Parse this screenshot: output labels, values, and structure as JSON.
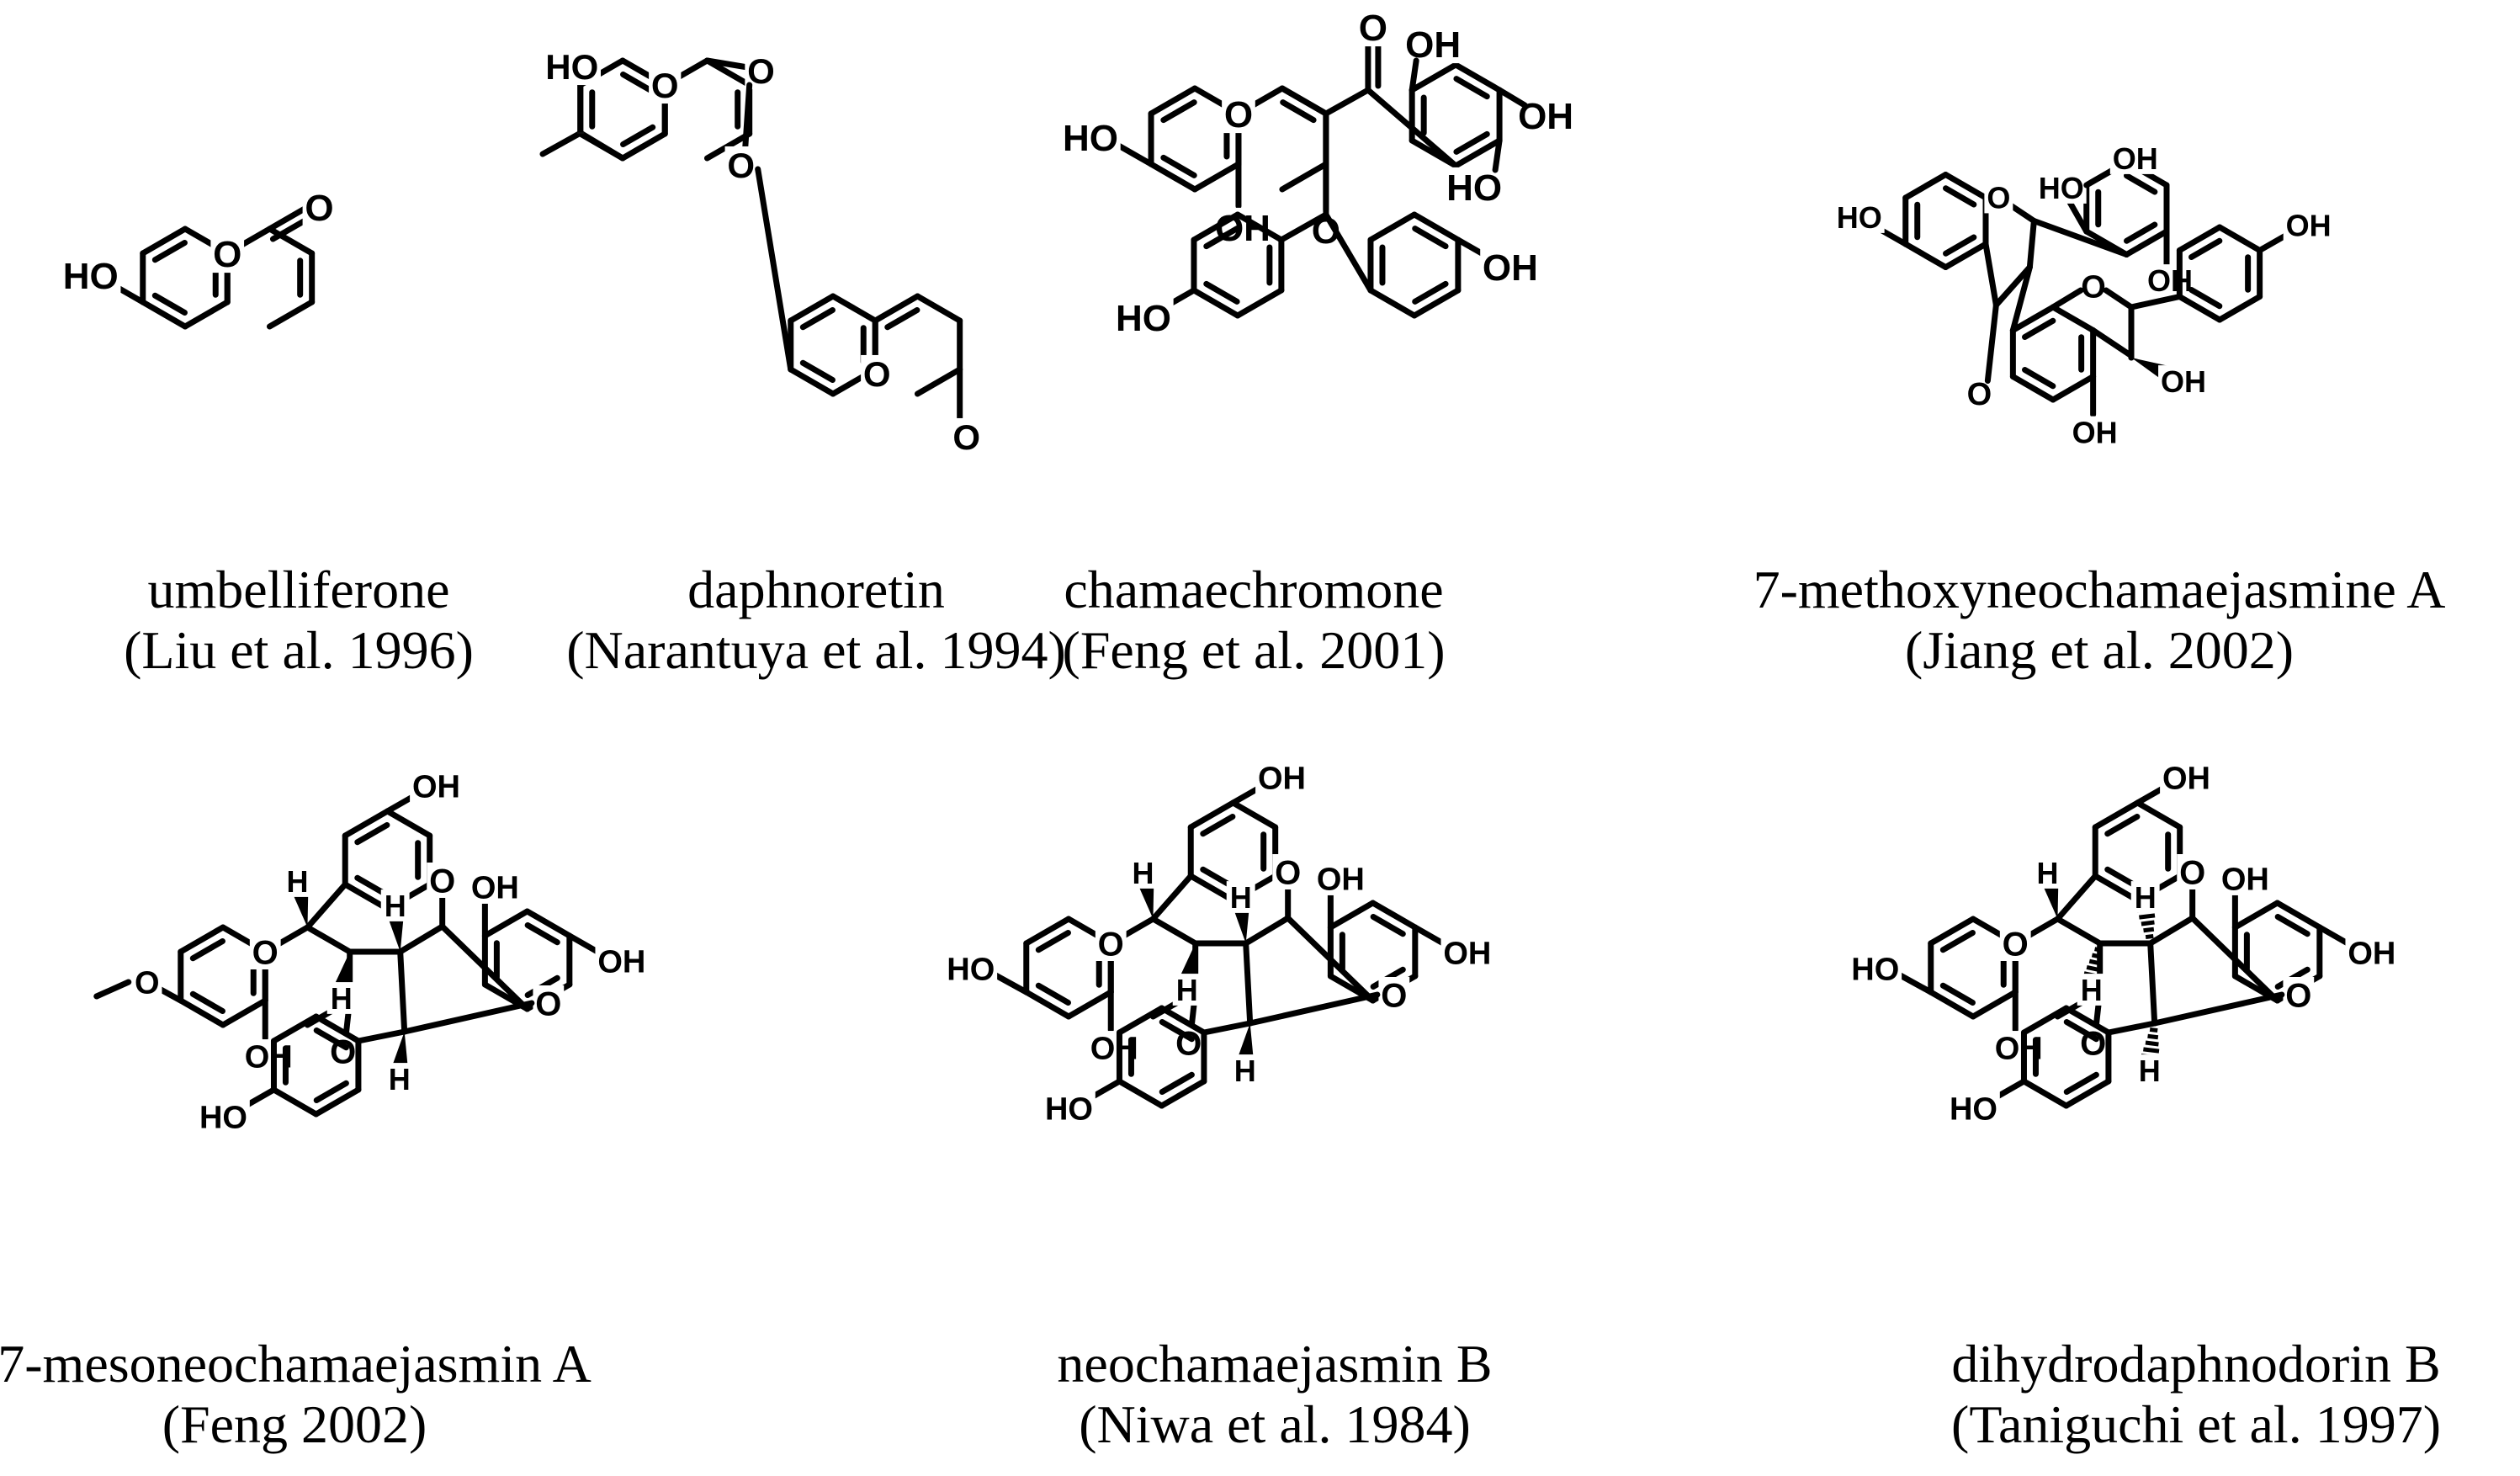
{
  "compounds": [
    {
      "name": "umbelliferone",
      "citation": "(Liu et al. 1996)"
    },
    {
      "name": "daphnoretin",
      "citation": "(Narantuya et al. 1994)"
    },
    {
      "name": "chamaechromone",
      "citation": "(Feng et al. 2001)"
    },
    {
      "name": "7-methoxyneochamaejasmine A",
      "citation": "(Jiang et al. 2002)"
    },
    {
      "name": "7-mesoneochamaejasmin A",
      "citation": "(Feng 2002)"
    },
    {
      "name": "neochamaejasmin B",
      "citation": "(Niwa et al. 1984)"
    },
    {
      "name": "dihydrodaphnodorin B",
      "citation": "(Taniguchi et al. 1997)"
    }
  ]
}
